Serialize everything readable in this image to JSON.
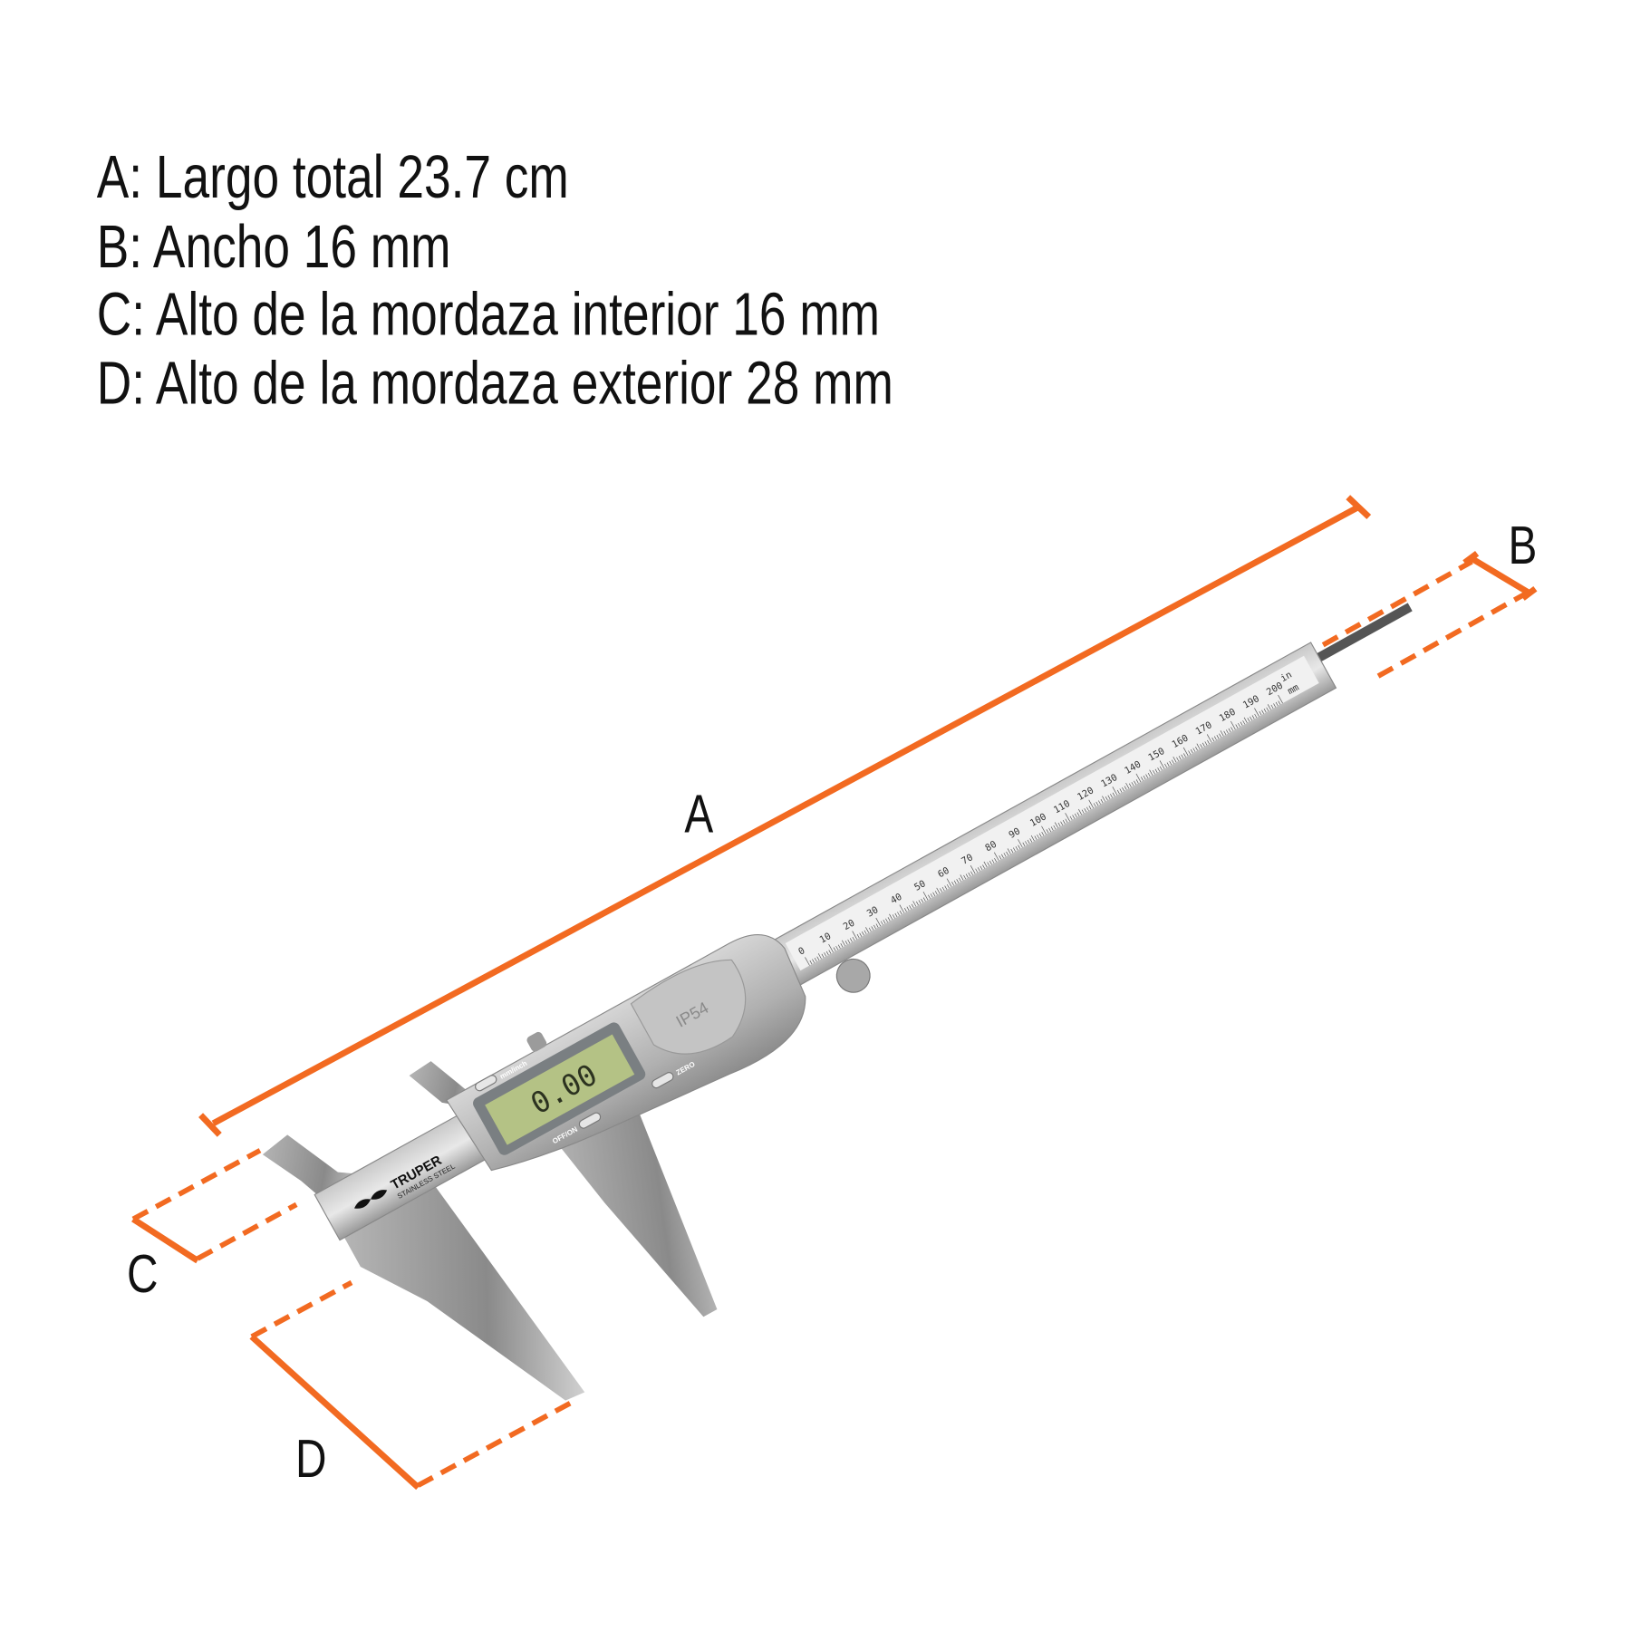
{
  "specs": [
    {
      "label": "A: Largo total 23.7 cm"
    },
    {
      "label": "B: Ancho 16 mm"
    },
    {
      "label": "C: Alto de la mordaza interior 16 mm"
    },
    {
      "label": "D: Alto de la mordaza exterior 28 mm"
    }
  ],
  "dimensions": {
    "a": "A",
    "b": "B",
    "c": "C",
    "d": "D"
  },
  "accent_color": "#f26a21",
  "caliper": {
    "brand": "TRUPER",
    "material": "STAINLESS STEEL",
    "rating": "IP54",
    "display_value": "0.00",
    "buttons": {
      "unit": "mm/inch",
      "zero": "ZERO",
      "power": "OFF/ON"
    },
    "scale_units": {
      "inch": "in",
      "metric": "mm"
    },
    "scale_labels": [
      "0",
      "10",
      "20",
      "30",
      "40",
      "50",
      "60",
      "70",
      "80",
      "90",
      "100",
      "110",
      "120",
      "130",
      "140",
      "150",
      "160",
      "170",
      "180",
      "190",
      "200"
    ]
  }
}
